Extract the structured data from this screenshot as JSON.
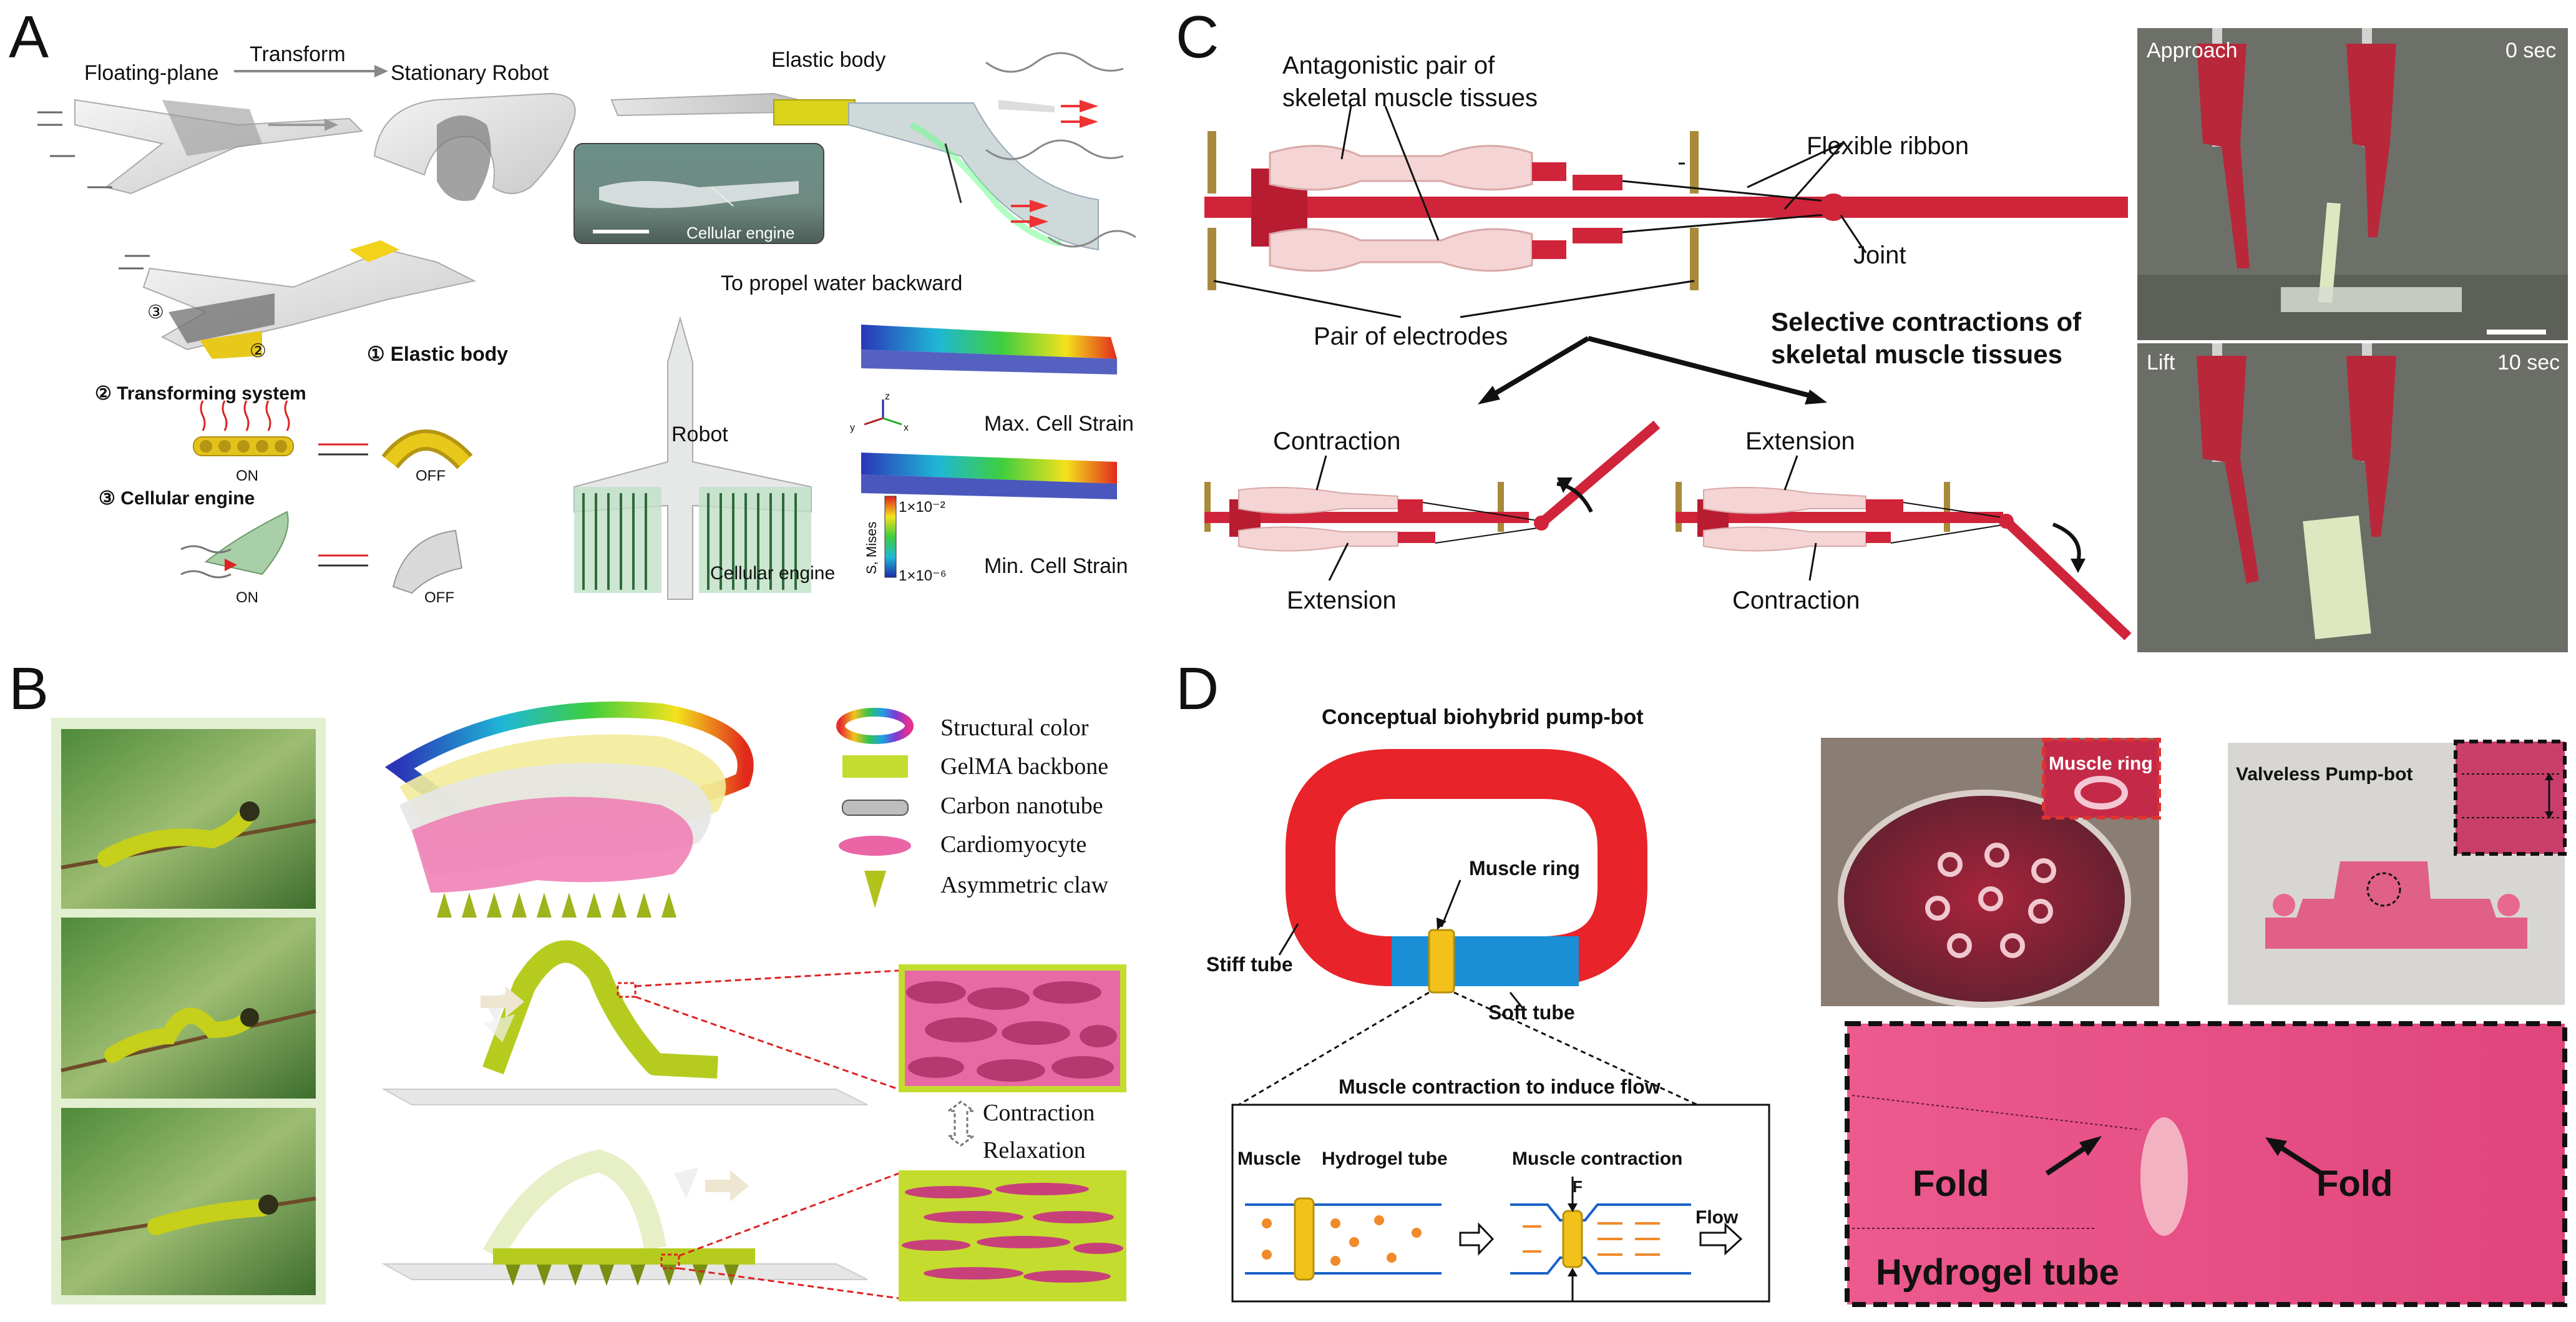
{
  "panels": {
    "A": {
      "letter": "A",
      "floating_plane": "Floating-plane",
      "transform": "Transform",
      "stationary_robot": "Stationary Robot",
      "elastic_body_top": "Elastic body",
      "cellular_engine_inset": "Cellular engine",
      "propel": "To propel water backward",
      "elastic_body_num": "① Elastic body",
      "transforming_system": "② Transforming system",
      "on1": "ON",
      "off1": "OFF",
      "cellular_engine_num": "③ Cellular engine",
      "on2": "ON",
      "off2": "OFF",
      "robot": "Robot",
      "cellular_engine_bottom": "Cellular engine",
      "max_strain": "Max. Cell Strain",
      "min_strain": "Min. Cell Strain",
      "colorbar_top": "1×10⁻²",
      "colorbar_bottom": "1×10⁻⁶",
      "colorbar_title": "S, Mises",
      "axis_z": "z",
      "axis_y": "y",
      "axis_x": "x",
      "small_2": "②",
      "small_3": "③"
    },
    "B": {
      "letter": "B",
      "legend": [
        {
          "label": "Structural color",
          "icon": "rainbow-ring-icon"
        },
        {
          "label": "GelMA backbone",
          "icon": "green-block-icon"
        },
        {
          "label": "Carbon nanotube",
          "icon": "nanotube-icon"
        },
        {
          "label": "Cardiomyocyte",
          "icon": "cell-icon"
        },
        {
          "label": "Asymmetric claw",
          "icon": "claw-icon"
        }
      ],
      "contraction": "Contraction",
      "relaxation": "Relaxation"
    },
    "C": {
      "letter": "C",
      "antagonistic_1": "Antagonistic pair of",
      "antagonistic_2": "skeletal muscle tissues",
      "flexible_ribbon": "Flexible ribbon",
      "joint": "Joint",
      "pair_electrodes": "Pair of electrodes",
      "selective_1": "Selective contractions of",
      "selective_2": "skeletal muscle tissues",
      "left_top": "Contraction",
      "left_bottom": "Extension",
      "right_top": "Extension",
      "right_bottom": "Contraction",
      "approach": "Approach",
      "t0": "0 sec",
      "lift": "Lift",
      "t10": "10 sec"
    },
    "D": {
      "letter": "D",
      "title": "Conceptual biohybrid pump-bot",
      "muscle_ring": "Muscle ring",
      "stiff_tube": "Stiff tube",
      "soft_tube": "Soft tube",
      "flow_title": "Muscle contraction to induce flow",
      "muscle": "Muscle",
      "hydrogel_tube": "Hydrogel tube",
      "muscle_contraction": "Muscle contraction",
      "force": "F",
      "flow": "Flow",
      "inset_muscle_ring": "Muscle ring",
      "valveless": "Valveless Pump-bot",
      "fold_left": "Fold",
      "fold_right": "Fold",
      "hydrogel_tube_big": "Hydrogel tube"
    }
  },
  "colors": {
    "robot_red": "#d0243a",
    "pump_red": "#e8232a",
    "soft_blue": "#1a8fd6",
    "muscle_yellow": "#f2c21a",
    "gel_green": "#c4dc2e",
    "pink_bg": "#e64f86"
  }
}
